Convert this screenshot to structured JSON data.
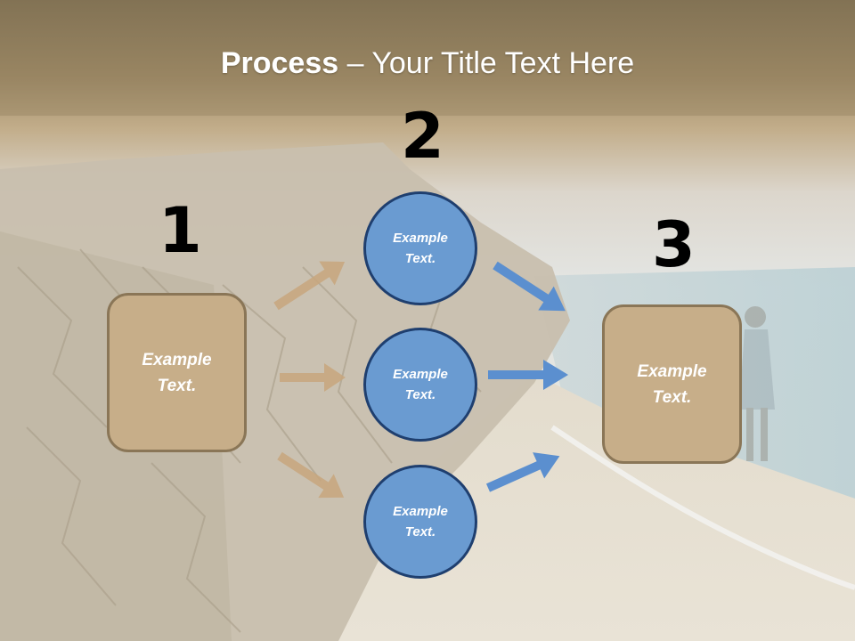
{
  "title": {
    "bold": "Process",
    "rest": " – Your Title Text Here"
  },
  "steps": {
    "one": "1",
    "two": "2",
    "three": "3"
  },
  "left_box": {
    "line1": "Example",
    "line2": "Text."
  },
  "circles": [
    {
      "line1": "Example",
      "line2": "Text."
    },
    {
      "line1": "Example",
      "line2": "Text."
    },
    {
      "line1": "Example",
      "line2": "Text."
    }
  ],
  "right_box": {
    "line1": "Example",
    "line2": "Text."
  },
  "colors": {
    "box_fill": "#c7ae89",
    "box_border": "#8a7657",
    "circle_fill": "#6a9bd1",
    "circle_border": "#1f3f6f",
    "tan_arrow": "#c8a77e",
    "blue_arrow": "#5b8fcf",
    "header_band": "#8c7a5a"
  }
}
